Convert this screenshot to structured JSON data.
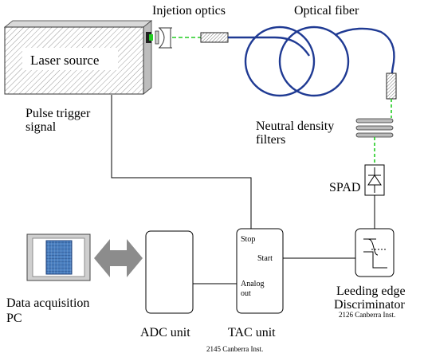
{
  "labels": {
    "injection_optics": "Injetion optics",
    "optical_fiber": "Optical fiber",
    "laser_source": "Laser source",
    "pulse_trigger_line1": "Pulse trigger",
    "pulse_trigger_line2": "signal",
    "nd_filters_line1": "Neutral density",
    "nd_filters_line2": "filters",
    "spad": "SPAD",
    "stop": "Stop",
    "start": "Start",
    "analog_line1": "Analog",
    "analog_line2": "out",
    "data_acq_line1": "Data acquisition",
    "data_acq_line2": "PC",
    "adc_unit": "ADC unit",
    "tac_unit": "TAC unit",
    "tac_model": "2145 Canberra Inst.",
    "leading_edge_line1": "Leeding edge",
    "leading_edge_line2": "Discriminator",
    "discriminator_model": "2126 Canberra Inst."
  },
  "colors": {
    "fiber": "#1f3a93",
    "beam": "#22cc22",
    "arrow": "#8c8c8c",
    "screen": "#4a7fc0",
    "lines": "#000000"
  }
}
